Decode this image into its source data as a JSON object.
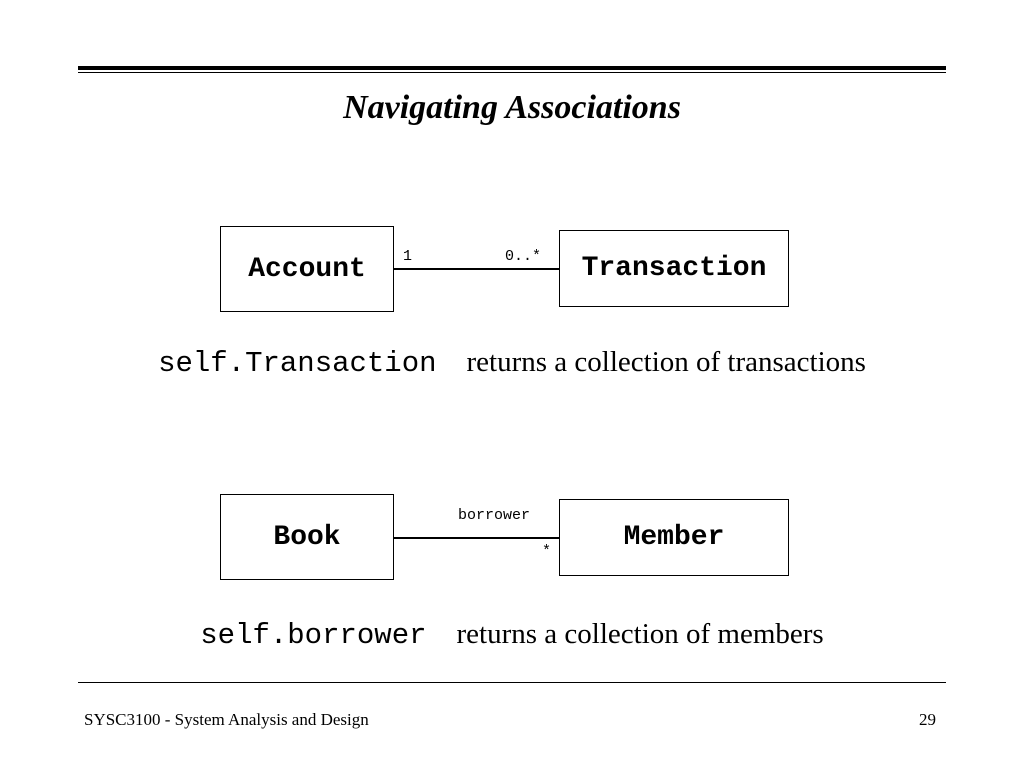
{
  "slide": {
    "title": "Navigating Associations",
    "footer_left": "SYSC3100 - System Analysis and Design",
    "page_number": "29"
  },
  "diagram1": {
    "left_class": "Account",
    "right_class": "Transaction",
    "left_multiplicity": "1",
    "right_multiplicity": "0..*",
    "expression": "self.Transaction",
    "description": "returns a collection of transactions"
  },
  "diagram2": {
    "left_class": "Book",
    "right_class": "Member",
    "role_name": "borrower",
    "right_multiplicity": "*",
    "expression": "self.borrower",
    "description": "returns a collection of members"
  }
}
